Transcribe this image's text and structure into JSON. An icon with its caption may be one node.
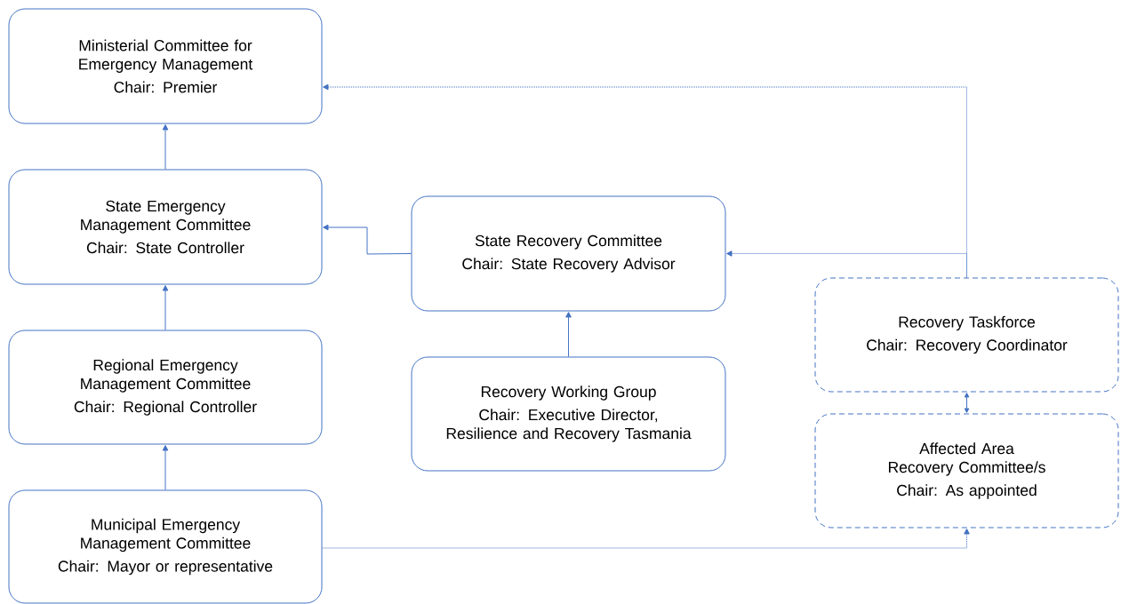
{
  "diagram": {
    "nodes": [
      {
        "text": [
          "Ministerial Committee for Emergency Management",
          "Chair: Premier"
        ]
      },
      {
        "text": [
          "State Emergency Management Committee",
          "Chair: State Controller"
        ]
      },
      {
        "text": [
          "Regional Emergency Management Committee",
          "Chair: Regional Controller"
        ]
      },
      {
        "text": [
          "Municipal Emergency Management Committee",
          "Chair: Mayor or representative"
        ]
      },
      {
        "text": [
          "State Recovery Committee",
          "Chair: State Recovery Advisor"
        ]
      },
      {
        "text": [
          "Recovery Working Group",
          "Chair: Executive Director, Resilience and Recovery Tasmania"
        ]
      },
      {
        "text": [
          "Recovery Taskforce",
          "Chair: Recovery Coordinator"
        ]
      },
      {
        "text": [
          "Affected Area Recovery Committee/s",
          "Chair: As appointed"
        ]
      }
    ],
    "edges": [
      {
        "from": 1,
        "to": 0,
        "arrow": "to"
      },
      {
        "from": 2,
        "to": 1,
        "arrow": "to"
      },
      {
        "from": 3,
        "to": 2,
        "arrow": "to"
      },
      {
        "from": 4,
        "to": 1,
        "arrow": "to"
      },
      {
        "from": 5,
        "to": 4,
        "arrow": "to"
      },
      {
        "from": 6,
        "to": 0,
        "arrow": "to",
        "style": "dashed"
      },
      {
        "from": 6,
        "to": 4,
        "arrow": "to",
        "style": "dashed"
      },
      {
        "from": 6,
        "to": 7,
        "arrow": "both"
      },
      {
        "from": 3,
        "to": 7,
        "arrow": "to",
        "style": "dashed"
      }
    ]
  }
}
